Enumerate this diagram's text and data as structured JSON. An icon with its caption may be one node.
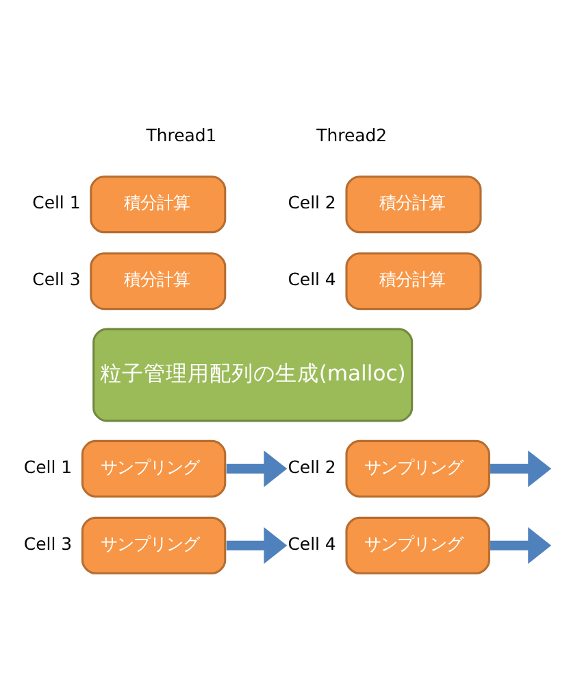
{
  "diagram": {
    "nodes": [
      {
        "text": [
          "積分計算"
        ],
        "beside": [
          "Cell 1"
        ]
      },
      {
        "text": [
          "積分計算"
        ],
        "beside": [
          "Cell 2"
        ]
      },
      {
        "text": [
          "積分計算"
        ],
        "beside": [
          "Cell 3"
        ]
      },
      {
        "text": [
          "積分計算"
        ],
        "beside": [
          "Cell 4"
        ]
      },
      {
        "text": [
          "粒子管理用配列の生成(malloc)"
        ]
      },
      {
        "text": [
          "サンプリング"
        ],
        "beside": [
          "Cell 1"
        ]
      },
      {
        "text": [
          "サンプリング"
        ],
        "beside": [
          "Cell 2"
        ]
      },
      {
        "text": [
          "サンプリング"
        ],
        "beside": [
          "Cell 3"
        ]
      },
      {
        "text": [
          "サンプリング"
        ],
        "beside": [
          "Cell 4"
        ]
      }
    ],
    "edges": [
      {
        "from": 5,
        "to": 6,
        "arrow": "to"
      },
      {
        "from": 6,
        "to": null,
        "arrow": "to"
      },
      {
        "from": 7,
        "to": 8,
        "arrow": "to"
      },
      {
        "from": 8,
        "to": null,
        "arrow": "to"
      }
    ],
    "labels": [
      "Thread1",
      "Thread2"
    ]
  }
}
